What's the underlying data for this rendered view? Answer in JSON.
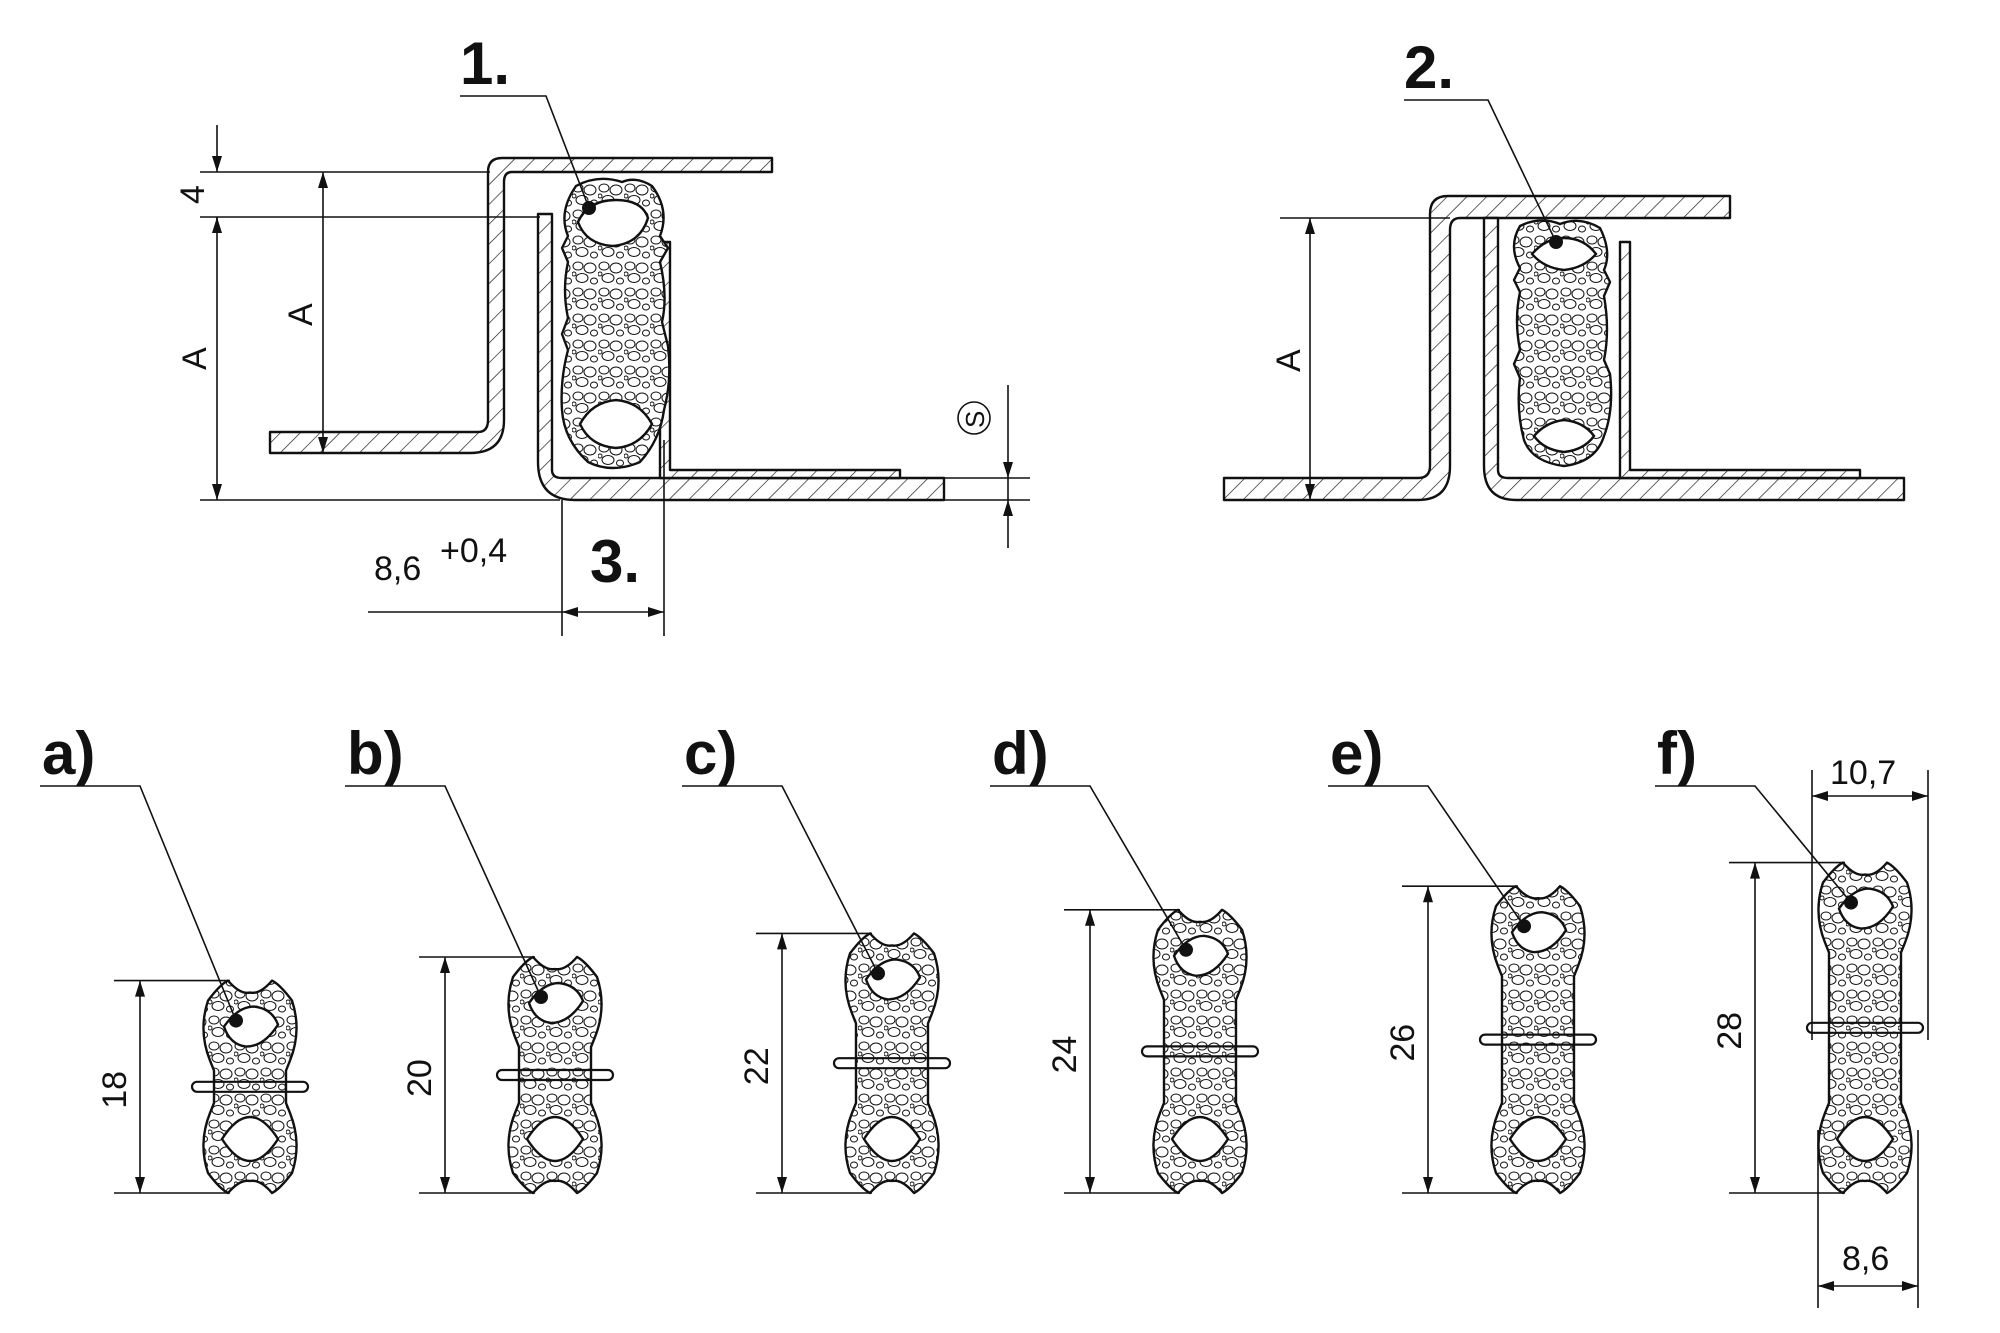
{
  "callouts": {
    "one": "1.",
    "two": "2.",
    "three": "3."
  },
  "top_dims": {
    "four": "4",
    "a_left_outer": "A",
    "a_left_inner": "A",
    "a_right": "A",
    "s_mark": "S",
    "width": "8,6",
    "tolerance": "+0,4"
  },
  "profiles": [
    {
      "letter": "a)",
      "height": "18"
    },
    {
      "letter": "b)",
      "height": "20"
    },
    {
      "letter": "c)",
      "height": "22"
    },
    {
      "letter": "d)",
      "height": "24"
    },
    {
      "letter": "e)",
      "height": "26"
    },
    {
      "letter": "f)",
      "height": "28"
    }
  ],
  "f_dims": {
    "outer_width": "10,7",
    "base_width": "8,6"
  }
}
